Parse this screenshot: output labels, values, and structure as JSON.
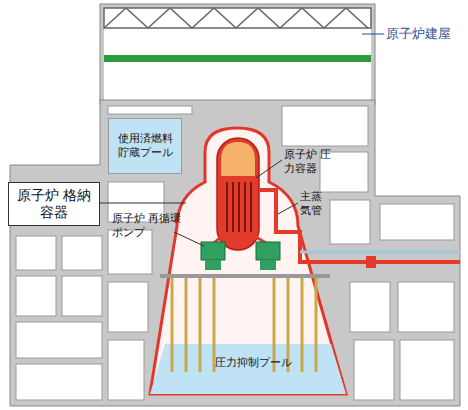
{
  "diagram": {
    "nodes": [
      {
        "text": [
          "原子炉 格納容器"
        ]
      },
      {
        "text": [
          "使用済燃料 貯蔵プール"
        ]
      },
      {
        "text": [
          "圧力抑制プール"
        ]
      }
    ],
    "labels": [
      "原子炉建屋",
      "原子炉 圧力容器",
      "主蒸 気管",
      "原子炉 再循環ポンプ"
    ]
  }
}
